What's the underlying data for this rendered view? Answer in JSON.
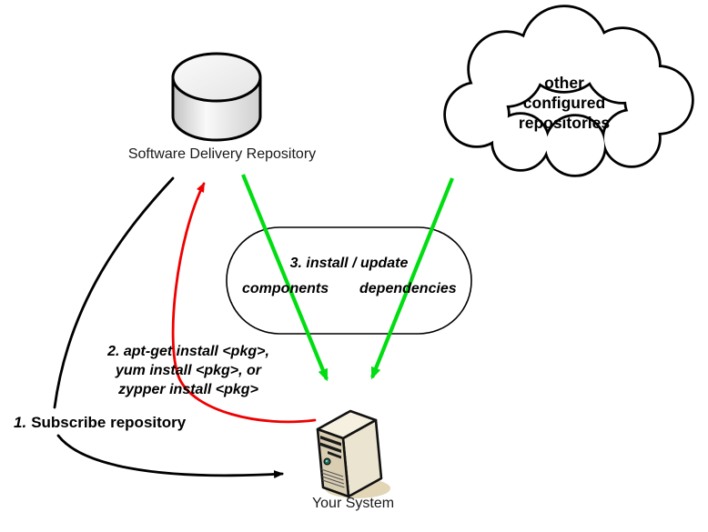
{
  "repository": {
    "label": "Software Delivery Repository"
  },
  "other_repos": {
    "lines": [
      "other",
      "configured",
      "repositories"
    ]
  },
  "process": {
    "title": "3. install / update",
    "left_label": "components",
    "right_label": "dependencies"
  },
  "system": {
    "label": "Your System"
  },
  "steps": {
    "step1": {
      "number": "1.",
      "label": "Subscribe repository"
    },
    "step2": {
      "lines": [
        "2. apt-get install <pkg>,",
        "yum install <pkg>, or",
        "zypper install <pkg>"
      ]
    }
  },
  "colors": {
    "arrow_black": "#000000",
    "arrow_red": "#ee0000",
    "arrow_green": "#00dd11",
    "outline": "#000000",
    "cylinder_fill": "#e9e9e9",
    "server_front": "#d9cdb2",
    "server_side": "#ebe4d0",
    "server_top": "#f5f0df"
  }
}
